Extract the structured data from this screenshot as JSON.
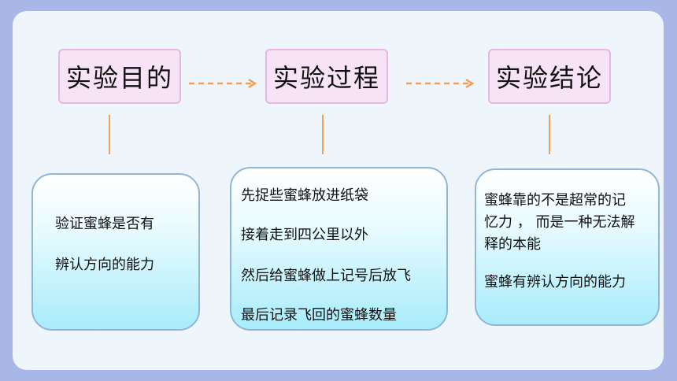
{
  "stages": {
    "purpose": {
      "title": "实验目的"
    },
    "process": {
      "title": "实验过程"
    },
    "conclusion": {
      "title": "实验结论"
    }
  },
  "cards": {
    "purpose": {
      "lines": [
        "验证蜜蜂是否有",
        "辨认方向的能力"
      ]
    },
    "process": {
      "lines": [
        "先捉些蜜蜂放进纸袋",
        "接着走到四公里以外",
        "然后给蜜蜂做上记号后放飞",
        "最后记录飞回的蜜蜂数量"
      ]
    },
    "conclusion": {
      "lines": [
        "蜜蜂靠的不是超常的记",
        "忆力 ， 而是一种无法解",
        "释的本能",
        "蜜蜂有辨认方向的能力"
      ]
    }
  },
  "colors": {
    "background": "#a9b6e8",
    "panel": "#eef6fb",
    "title_fill": "#f7e3f6",
    "title_border": "#e7b6e4",
    "connector": "#f0a05a",
    "card_bottom": "#a8ecfb"
  }
}
